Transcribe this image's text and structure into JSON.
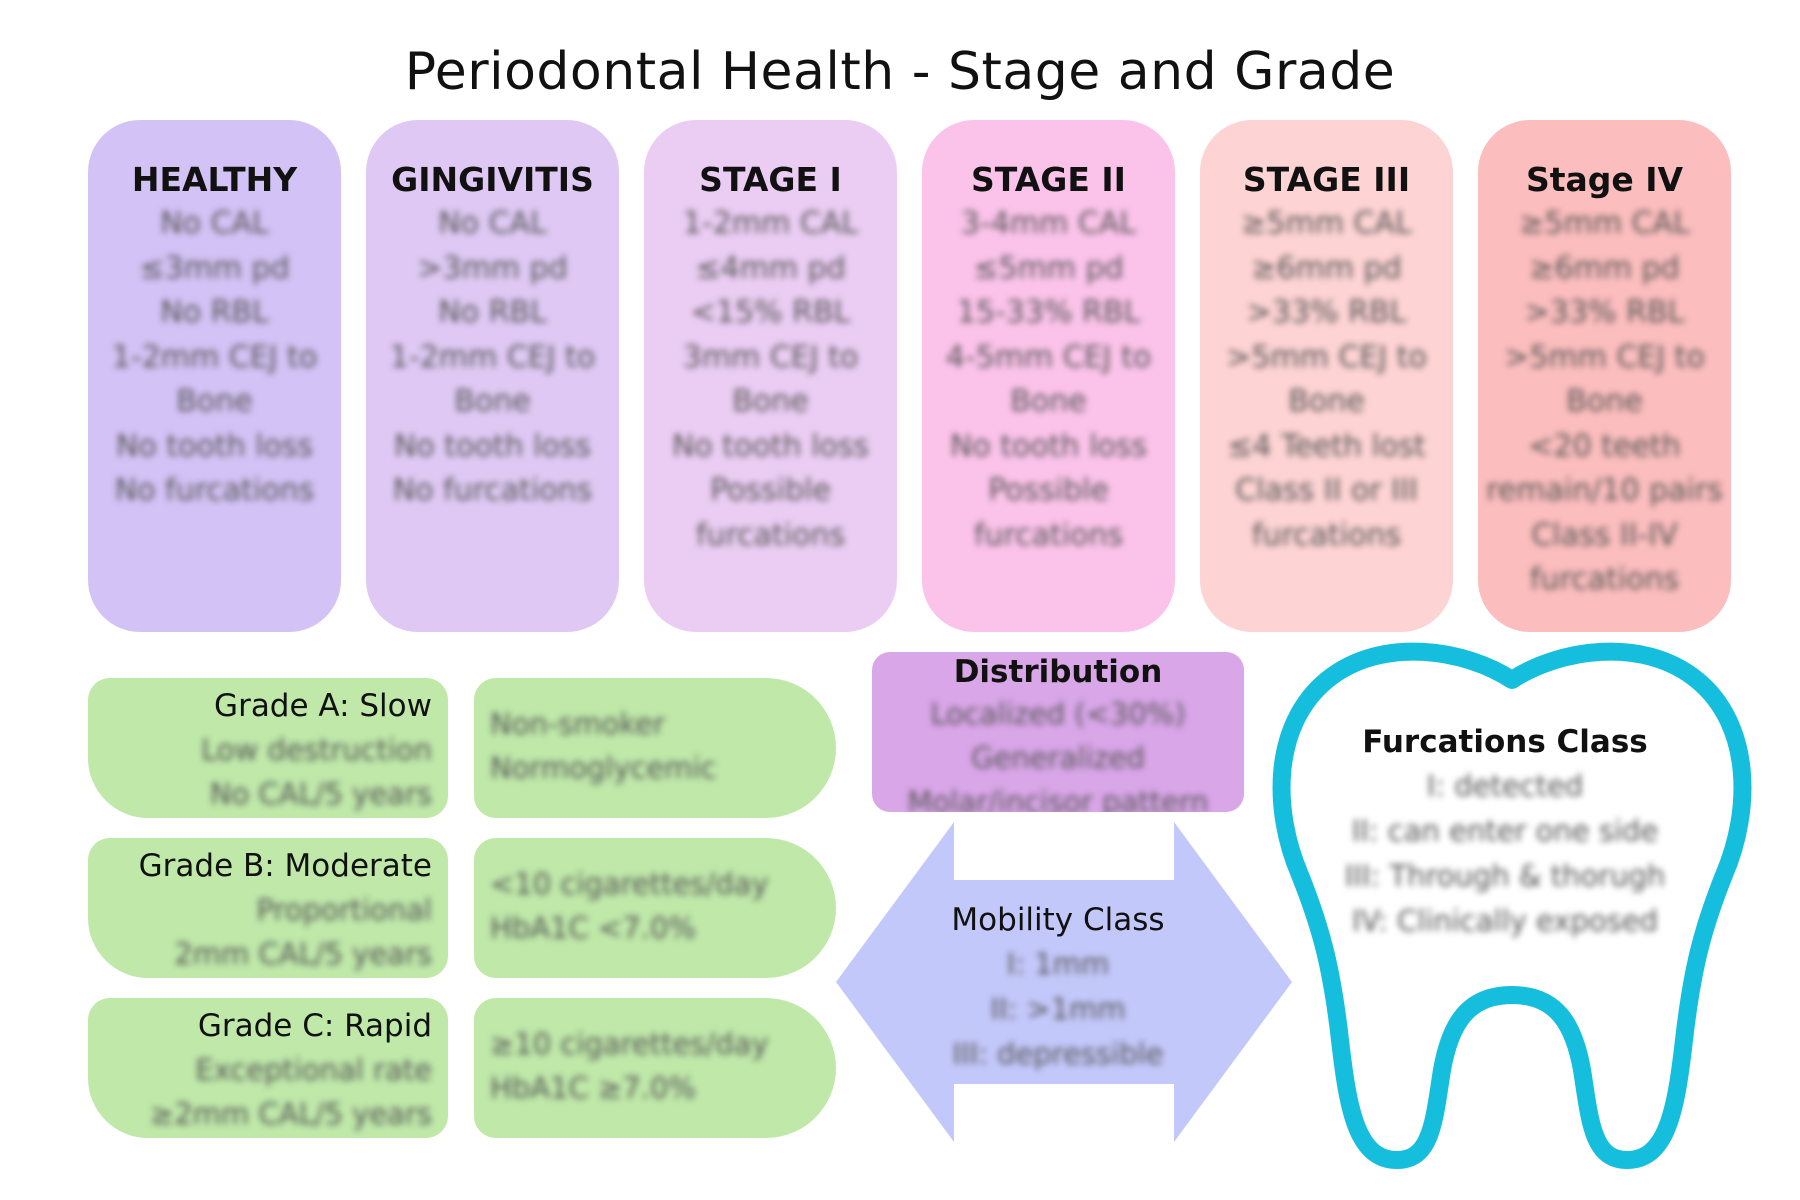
{
  "title": "Periodontal Health - Stage and Grade",
  "stages": [
    {
      "heading": "HEALTHY",
      "color": "#d3c2f5",
      "lines": [
        "No CAL",
        "≤3mm pd",
        "No RBL",
        "1-2mm CEJ to Bone",
        "No tooth loss",
        "No furcations"
      ]
    },
    {
      "heading": "GINGIVITIS",
      "color": "#dfc9f4",
      "lines": [
        "No CAL",
        ">3mm pd",
        "No RBL",
        "1-2mm CEJ to Bone",
        "No tooth loss",
        "No furcations"
      ]
    },
    {
      "heading": "STAGE I",
      "color": "#ebcdf3",
      "lines": [
        "1-2mm CAL",
        "≤4mm pd",
        "<15% RBL",
        "3mm CEJ to Bone",
        "No tooth loss",
        "Possible furcations"
      ]
    },
    {
      "heading": "STAGE II",
      "color": "#fbc3ea",
      "lines": [
        "3-4mm CAL",
        "≤5mm pd",
        "15-33% RBL",
        "4-5mm CEJ to Bone",
        "No tooth loss",
        "Possible furcations"
      ]
    },
    {
      "heading": "STAGE III",
      "color": "#fdd3d3",
      "lines": [
        "≥5mm CAL",
        "≥6mm pd",
        ">33% RBL",
        ">5mm CEJ to Bone",
        "≤4 Teeth lost",
        "Class II or III furcations"
      ]
    },
    {
      "heading": "Stage IV",
      "color": "#fbbdbd",
      "lines": [
        "≥5mm CAL",
        "≥6mm pd",
        ">33% RBL",
        ">5mm CEJ to Bone",
        "<20 teeth remain/10 pairs",
        "Class II-IV furcations"
      ]
    }
  ],
  "grades": [
    {
      "heading": "Grade A: Slow",
      "lines": [
        "Low destruction",
        "No CAL/5 years"
      ],
      "risk": [
        "Non-smoker",
        "Normoglycemic"
      ]
    },
    {
      "heading": "Grade B: Moderate",
      "lines": [
        "Proportional",
        "2mm CAL/5 years"
      ],
      "risk": [
        "<10 cigarettes/day",
        "HbA1C <7.0%"
      ]
    },
    {
      "heading": "Grade C: Rapid",
      "lines": [
        "Exceptional rate",
        "≥2mm CAL/5 years"
      ],
      "risk": [
        "≥10 cigarettes/day",
        "HbA1C ≥7.0%"
      ]
    }
  ],
  "distribution": {
    "heading": "Distribution",
    "lines": [
      "Localized (<30%)",
      "Generalized",
      "Molar/incisor pattern"
    ]
  },
  "mobility": {
    "heading": "Mobility Class",
    "lines": [
      "I: 1mm",
      "II: >1mm",
      "III: depressible"
    ],
    "color": "#c3c8fa"
  },
  "furcations": {
    "heading": "Furcations Class",
    "lines": [
      "I: detected",
      "II: can enter one side",
      "III: Through & thorugh",
      "IV: Clinically exposed"
    ],
    "outline_color": "#16bede"
  },
  "colors": {
    "grade_green": "#bfe8a9",
    "distribution_purple": "#d9a6e8"
  }
}
